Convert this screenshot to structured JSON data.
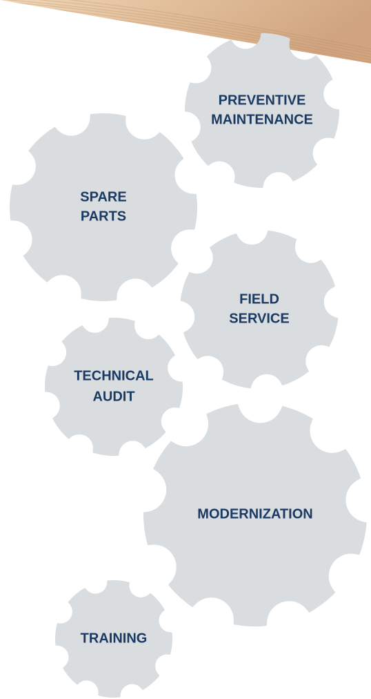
{
  "colors": {
    "gear_fill": "#d9dde0",
    "label_text": "#1b3a63",
    "wood_light": "#e7c9a8",
    "wood_dark": "#c89a74",
    "background": "#ffffff"
  },
  "background": {
    "texture": "light wood grain",
    "placement": "top-right corner band"
  },
  "gears": [
    {
      "id": "preventive-maintenance",
      "label_lines": [
        "PREVENTIVE",
        "MAINTENANCE"
      ],
      "teeth": 8
    },
    {
      "id": "spare-parts",
      "label_lines": [
        "SPARE",
        "PARTS"
      ],
      "teeth": 8
    },
    {
      "id": "field-service",
      "label_lines": [
        "FIELD",
        "SERVICE"
      ],
      "teeth": 8
    },
    {
      "id": "technical-audit",
      "label_lines": [
        "TECHNICAL",
        "AUDIT"
      ],
      "teeth": 8
    },
    {
      "id": "modernization",
      "label_lines": [
        "MODERNIZATION"
      ],
      "teeth": 9
    },
    {
      "id": "training",
      "label_lines": [
        "TRAINING"
      ],
      "teeth": 8
    }
  ]
}
